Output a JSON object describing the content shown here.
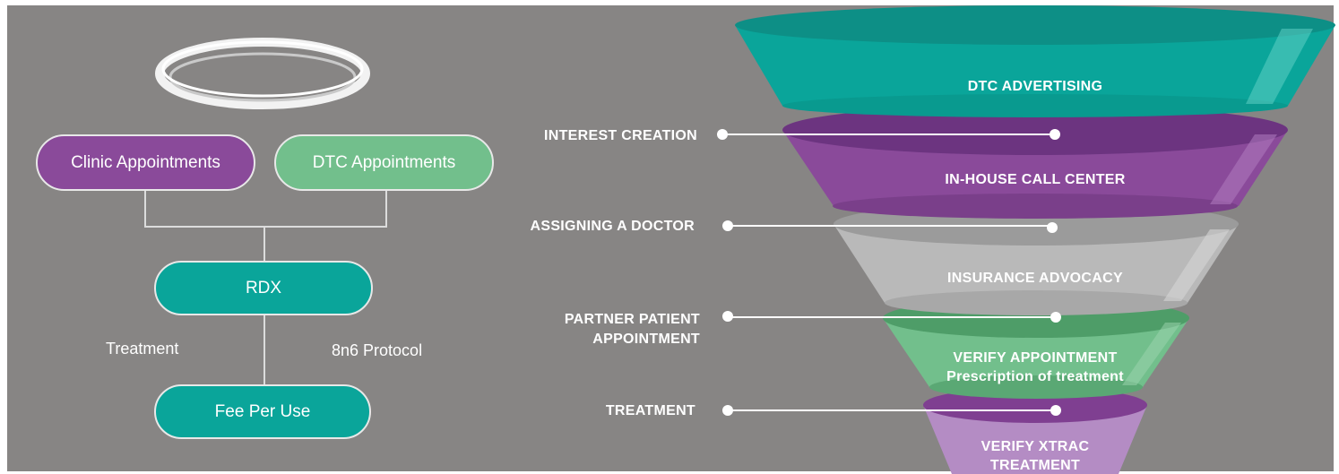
{
  "left_diagram": {
    "ring_icon": "ring-icon",
    "top_boxes": [
      {
        "label": "Clinic Appointments",
        "color": "#8a4a9a"
      },
      {
        "label": "DTC Appointments",
        "color": "#72bf8c"
      }
    ],
    "rdx": {
      "label": "RDX",
      "color": "#0aa59a"
    },
    "fee": {
      "label": "Fee Per Use",
      "color": "#0aa59a"
    },
    "side_left": "Treatment",
    "side_right": "8n6 Protocol"
  },
  "funnel": {
    "tiers": [
      {
        "line1": "DTC ADVERTISING",
        "line2": "",
        "color": "#0aa59a"
      },
      {
        "line1": "IN-HOUSE  CALL  CENTER",
        "line2": "",
        "color": "#8a4a9a"
      },
      {
        "line1": "INSURANCE  ADVOCACY",
        "line2": "",
        "color": "#b9b9b9"
      },
      {
        "line1": "VERIFY  APPOINTMENT",
        "line2": "Prescription of treatment",
        "color": "#72bf8c"
      },
      {
        "line1": "VERIFY  XTRAC",
        "line2": "TREATMENT",
        "color": "#b48cc4"
      }
    ],
    "stages": [
      {
        "line1": "INTEREST  CREATION",
        "line2": ""
      },
      {
        "line1": "ASSIGNING  A DOCTOR",
        "line2": ""
      },
      {
        "line1": "PARTNER  PATIENT",
        "line2": "APPOINTMENT"
      },
      {
        "line1": "TREATMENT",
        "line2": ""
      }
    ]
  }
}
